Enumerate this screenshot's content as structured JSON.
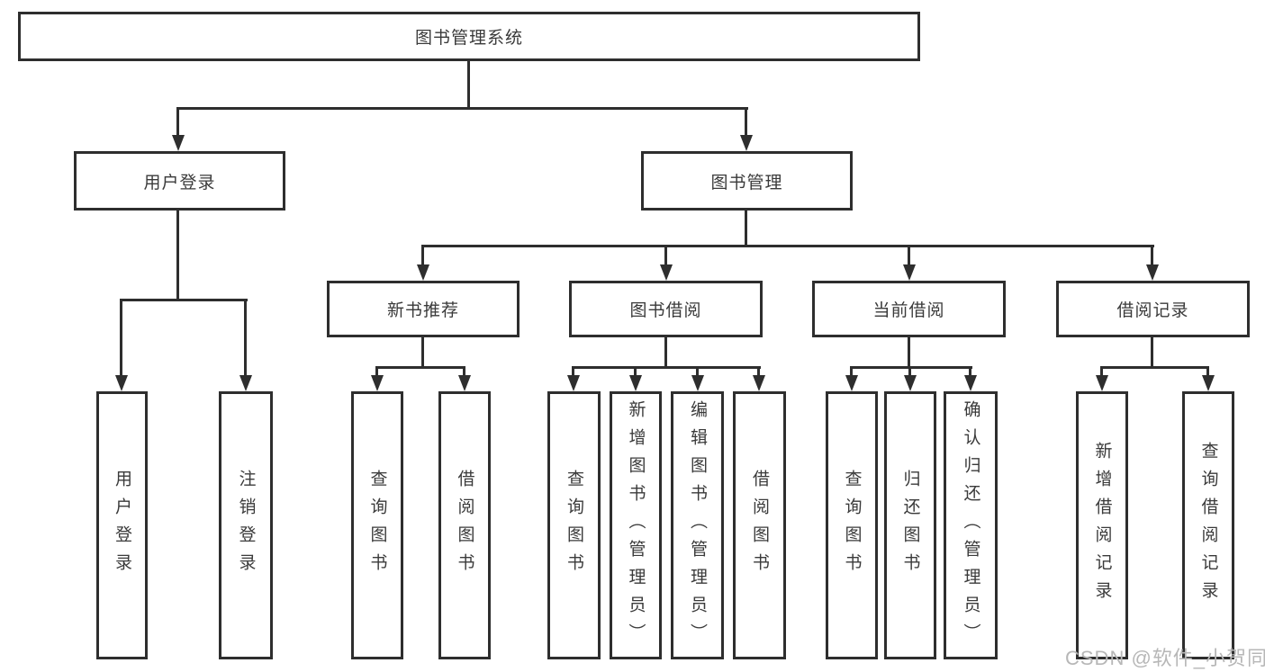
{
  "tree": {
    "label": "图书管理系统",
    "children": [
      {
        "label": "用户登录",
        "children": [
          {
            "label": "用户登录"
          },
          {
            "label": "注销登录"
          }
        ]
      },
      {
        "label": "图书管理",
        "children": [
          {
            "label": "新书推荐",
            "children": [
              {
                "label": "查询图书"
              },
              {
                "label": "借阅图书"
              }
            ]
          },
          {
            "label": "图书借阅",
            "children": [
              {
                "label": "查询图书"
              },
              {
                "label": "新增图书（管理员）"
              },
              {
                "label": "编辑图书（管理员）"
              },
              {
                "label": "借阅图书"
              }
            ]
          },
          {
            "label": "当前借阅",
            "children": [
              {
                "label": "查询图书"
              },
              {
                "label": "归还图书"
              },
              {
                "label": "确认归还（管理员）"
              }
            ]
          },
          {
            "label": "借阅记录",
            "children": [
              {
                "label": "新增借阅记录"
              },
              {
                "label": "查询借阅记录"
              }
            ]
          }
        ]
      }
    ]
  },
  "watermark": {
    "text": "CSDN @软件_小贺同学"
  },
  "colors": {
    "line": "#2e2e2e",
    "text": "#3a3a3a",
    "background": "#ffffff",
    "watermark": "#b7b7b7"
  }
}
